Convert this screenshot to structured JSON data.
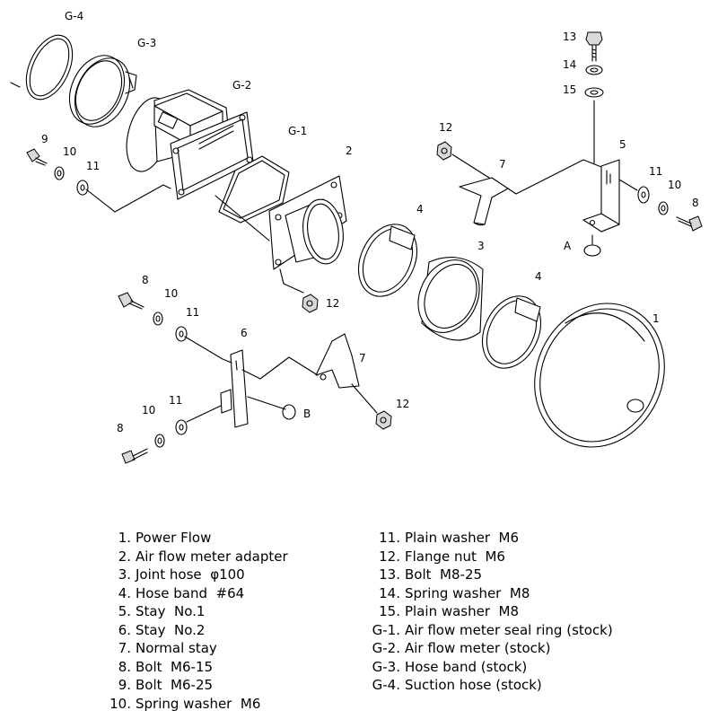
{
  "callouts": {
    "g4": "G-4",
    "g3": "G-3",
    "g2": "G-2",
    "g1": "G-1",
    "n1": "1",
    "n2": "2",
    "n3": "3",
    "n4a": "4",
    "n4b": "4",
    "n5": "5",
    "n6": "6",
    "n7a": "7",
    "n7b": "7",
    "n8a": "8",
    "n8b": "8",
    "n8c": "8",
    "n9": "9",
    "n10a": "10",
    "n10b": "10",
    "n10c": "10",
    "n10d": "10",
    "n11a": "11",
    "n11b": "11",
    "n11c": "11",
    "n11d": "11",
    "n12a": "12",
    "n12b": "12",
    "n12c": "12",
    "n13": "13",
    "n14": "14",
    "n15": "15",
    "pointA": "A",
    "pointB": "B"
  },
  "legend": {
    "left": [
      {
        "num": "1.",
        "label": "Power Flow"
      },
      {
        "num": "2.",
        "label": "Air flow meter adapter"
      },
      {
        "num": "3.",
        "label": "Joint hose  φ100"
      },
      {
        "num": "4.",
        "label": "Hose band  #64"
      },
      {
        "num": "5.",
        "label": "Stay  No.1"
      },
      {
        "num": "6.",
        "label": "Stay  No.2"
      },
      {
        "num": "7.",
        "label": "Normal stay"
      },
      {
        "num": "8.",
        "label": "Bolt  M6-15"
      },
      {
        "num": "9.",
        "label": "Bolt  M6-25"
      },
      {
        "num": "10.",
        "label": "Spring washer  M6"
      }
    ],
    "right": [
      {
        "num": "11.",
        "label": "Plain washer  M6"
      },
      {
        "num": "12.",
        "label": "Flange nut  M6"
      },
      {
        "num": "13.",
        "label": "Bolt  M8-25"
      },
      {
        "num": "14.",
        "label": "Spring washer  M8"
      },
      {
        "num": "15.",
        "label": "Plain washer  M8"
      },
      {
        "num": "G-1.",
        "label": "Air flow meter seal ring (stock)"
      },
      {
        "num": "G-2.",
        "label": "Air flow meter (stock)"
      },
      {
        "num": "G-3.",
        "label": "Hose band (stock)"
      },
      {
        "num": "G-4.",
        "label": "Suction hose (stock)"
      }
    ]
  }
}
